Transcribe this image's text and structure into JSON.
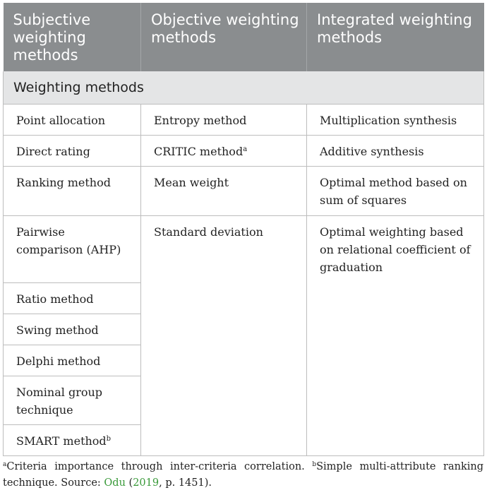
{
  "table": {
    "headers": [
      "Subjective weighting methods",
      "Objective weighting methods",
      "Integrated weighting methods"
    ],
    "section_label": "Weighting methods",
    "subjective": [
      {
        "text": "Point allocation",
        "sup": ""
      },
      {
        "text": "Direct rating",
        "sup": ""
      },
      {
        "text": "Ranking method",
        "sup": ""
      },
      {
        "text": "Pairwise comparison (AHP)",
        "sup": ""
      },
      {
        "text": "Ratio method",
        "sup": ""
      },
      {
        "text": "Swing method",
        "sup": ""
      },
      {
        "text": "Delphi method",
        "sup": ""
      },
      {
        "text": "Nominal group technique",
        "sup": ""
      },
      {
        "text": "SMART method",
        "sup": "b"
      }
    ],
    "objective": [
      {
        "text": "Entropy method",
        "sup": ""
      },
      {
        "text": "CRITIC method",
        "sup": "a"
      },
      {
        "text": "Mean weight",
        "sup": ""
      },
      {
        "text": "Standard deviation",
        "sup": ""
      }
    ],
    "integrated": [
      {
        "text": "Multiplication synthesis",
        "sup": ""
      },
      {
        "text": "Additive synthesis",
        "sup": ""
      },
      {
        "text": "Optimal method based on sum of squares",
        "sup": ""
      },
      {
        "text": "Optimal weighting based on relational coefficient of graduation",
        "sup": ""
      }
    ]
  },
  "footnote": {
    "a_marker": "a",
    "a_text": "Criteria importance through inter-criteria correlation.",
    "b_marker": "b",
    "b_text": "Simple multi-attribute ranking technique. Source:",
    "source_author": "Odu",
    "source_year": "2019",
    "source_tail": ", p. 1451)."
  }
}
